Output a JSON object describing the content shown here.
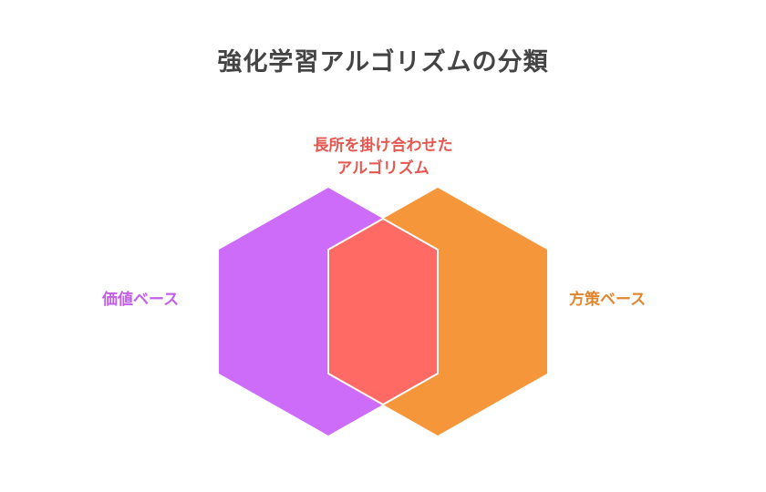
{
  "title": "強化学習アルゴリズムの分類",
  "diagram": {
    "left_set": {
      "label": "価値ベース",
      "color": "#cc6cf9"
    },
    "right_set": {
      "label": "方策ベース",
      "color": "#f6963a"
    },
    "overlap": {
      "label_line1": "長所を掛け合わせた",
      "label_line2": "アルゴリズム",
      "color": "#ff6a65"
    },
    "label_colors": {
      "left": "#c25ee8",
      "right": "#e08630",
      "overlap": "#e5574f"
    }
  }
}
